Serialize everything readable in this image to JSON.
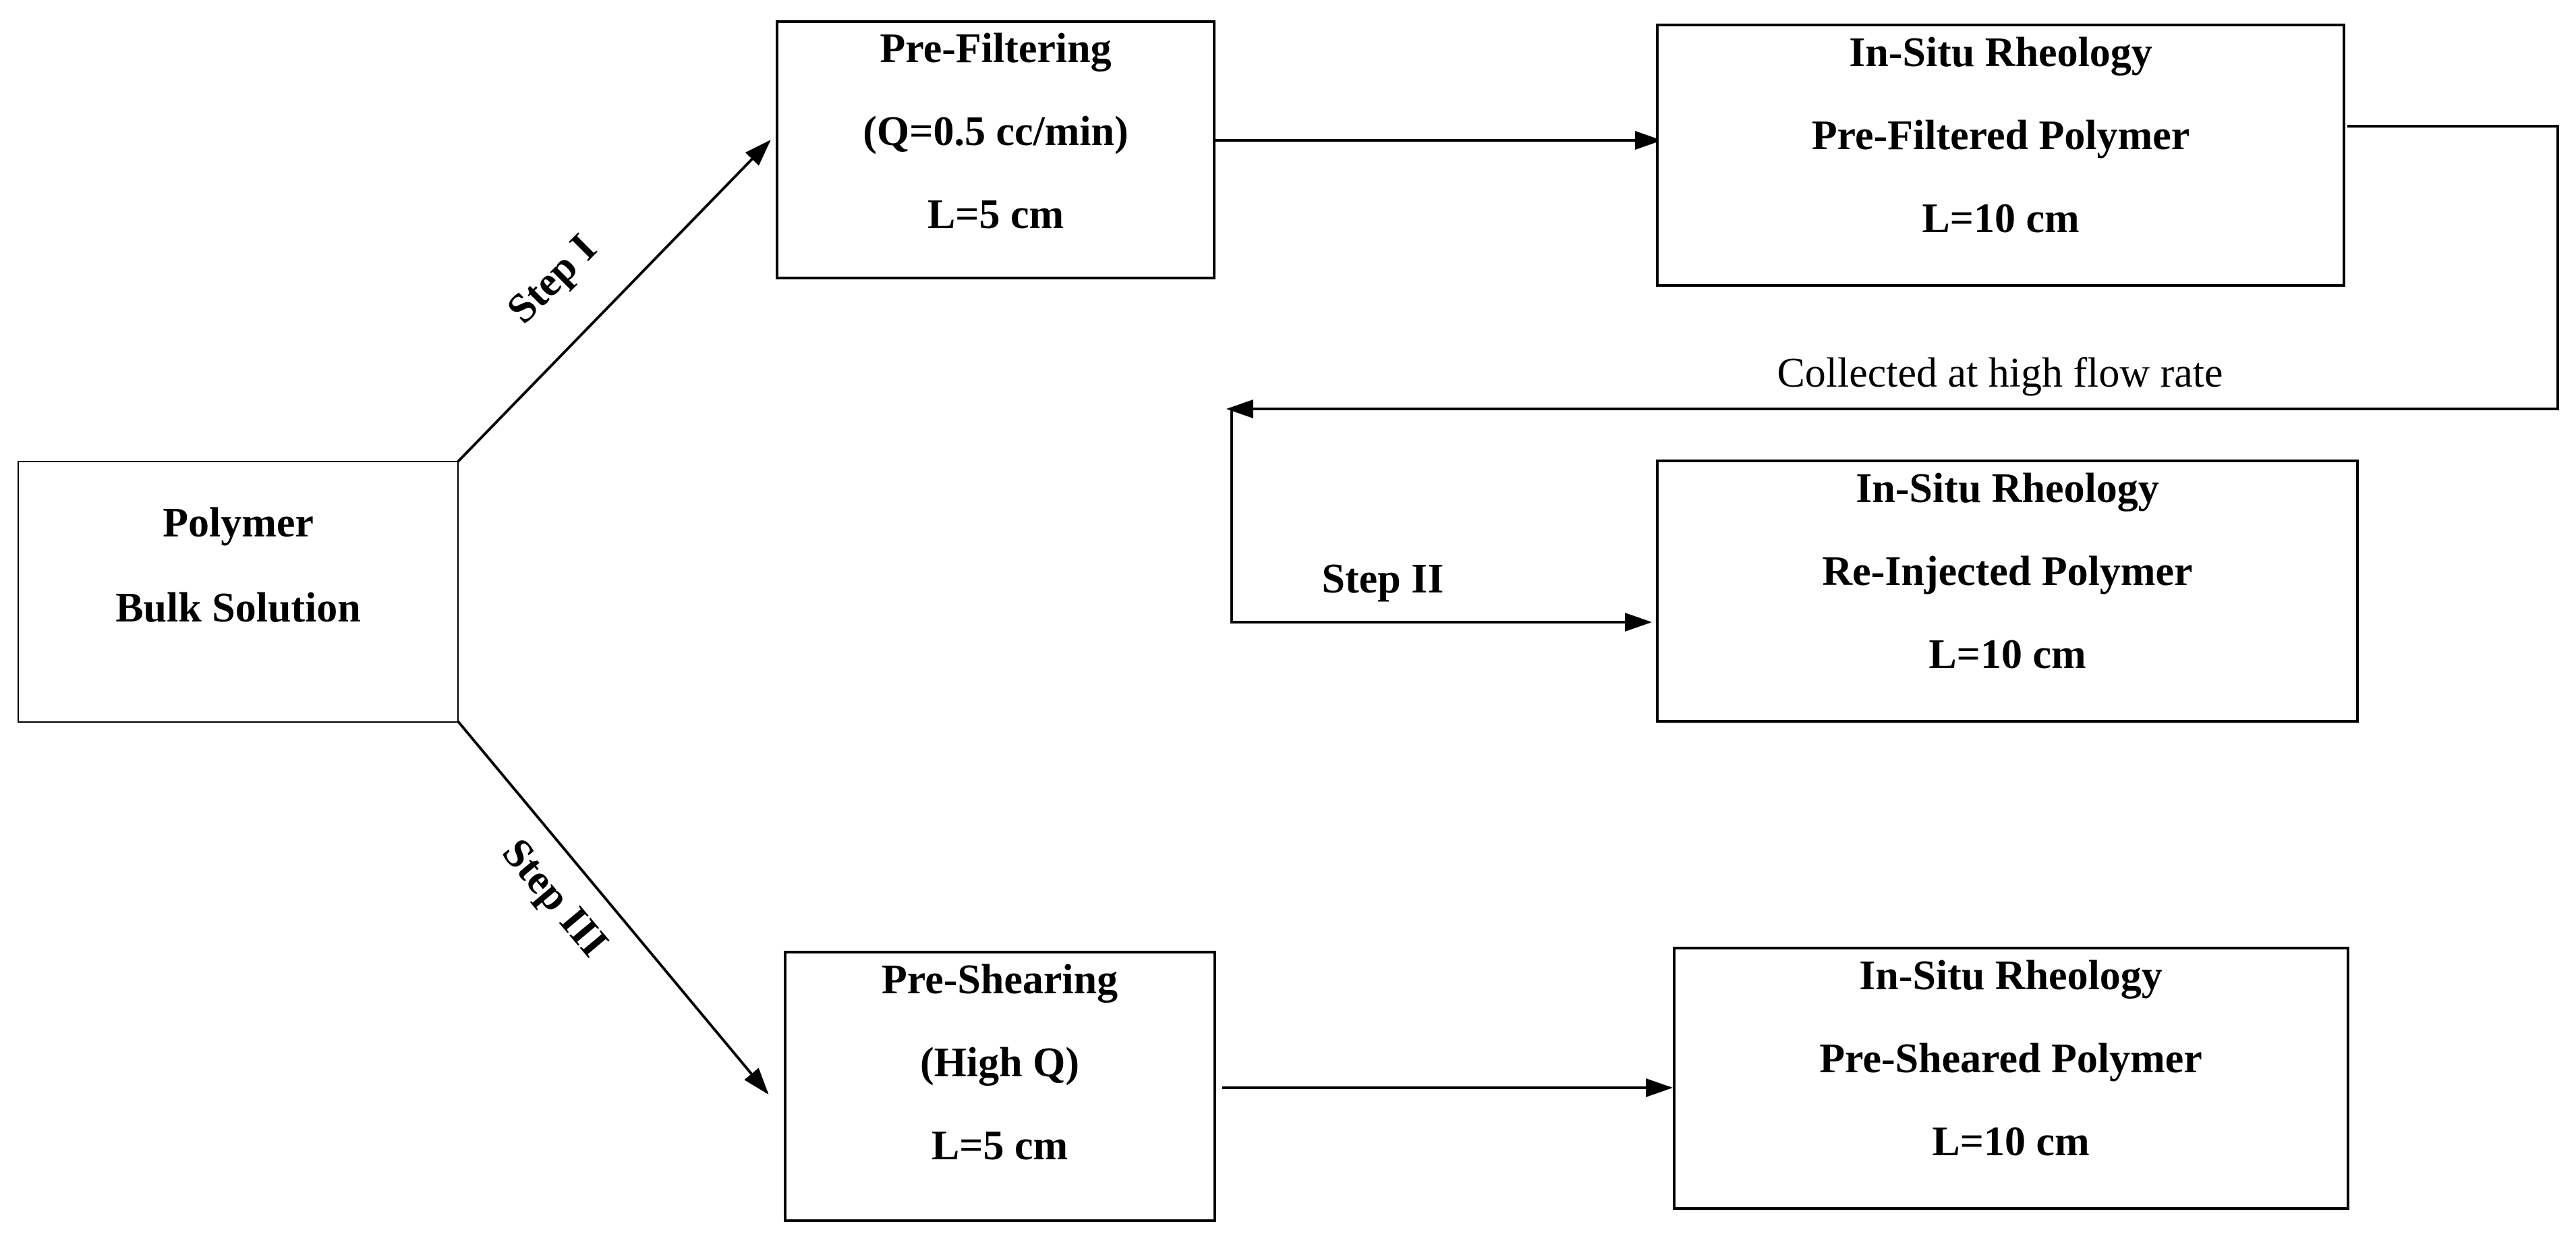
{
  "nodes": {
    "bulk": {
      "lines": [
        "Polymer",
        "Bulk Solution"
      ]
    },
    "prefilter": {
      "lines": [
        "Pre-Filtering",
        "(Q=0.5 cc/min)",
        "L=5 cm"
      ]
    },
    "rheo_prefiltered": {
      "lines": [
        "In-Situ Rheology",
        "Pre-Filtered Polymer",
        "L=10 cm"
      ]
    },
    "rheo_reinjected": {
      "lines": [
        "In-Situ Rheology",
        "Re-Injected Polymer",
        "L=10 cm"
      ]
    },
    "preshear": {
      "lines": [
        "Pre-Shearing",
        "(High Q)",
        "L=5 cm"
      ]
    },
    "rheo_presheared": {
      "lines": [
        "In-Situ Rheology",
        "Pre-Sheared Polymer",
        "L=10 cm"
      ]
    }
  },
  "edge_labels": {
    "step1": "Step I",
    "step2": "Step II",
    "step3": "Step III",
    "collected": "Collected at high flow rate"
  }
}
